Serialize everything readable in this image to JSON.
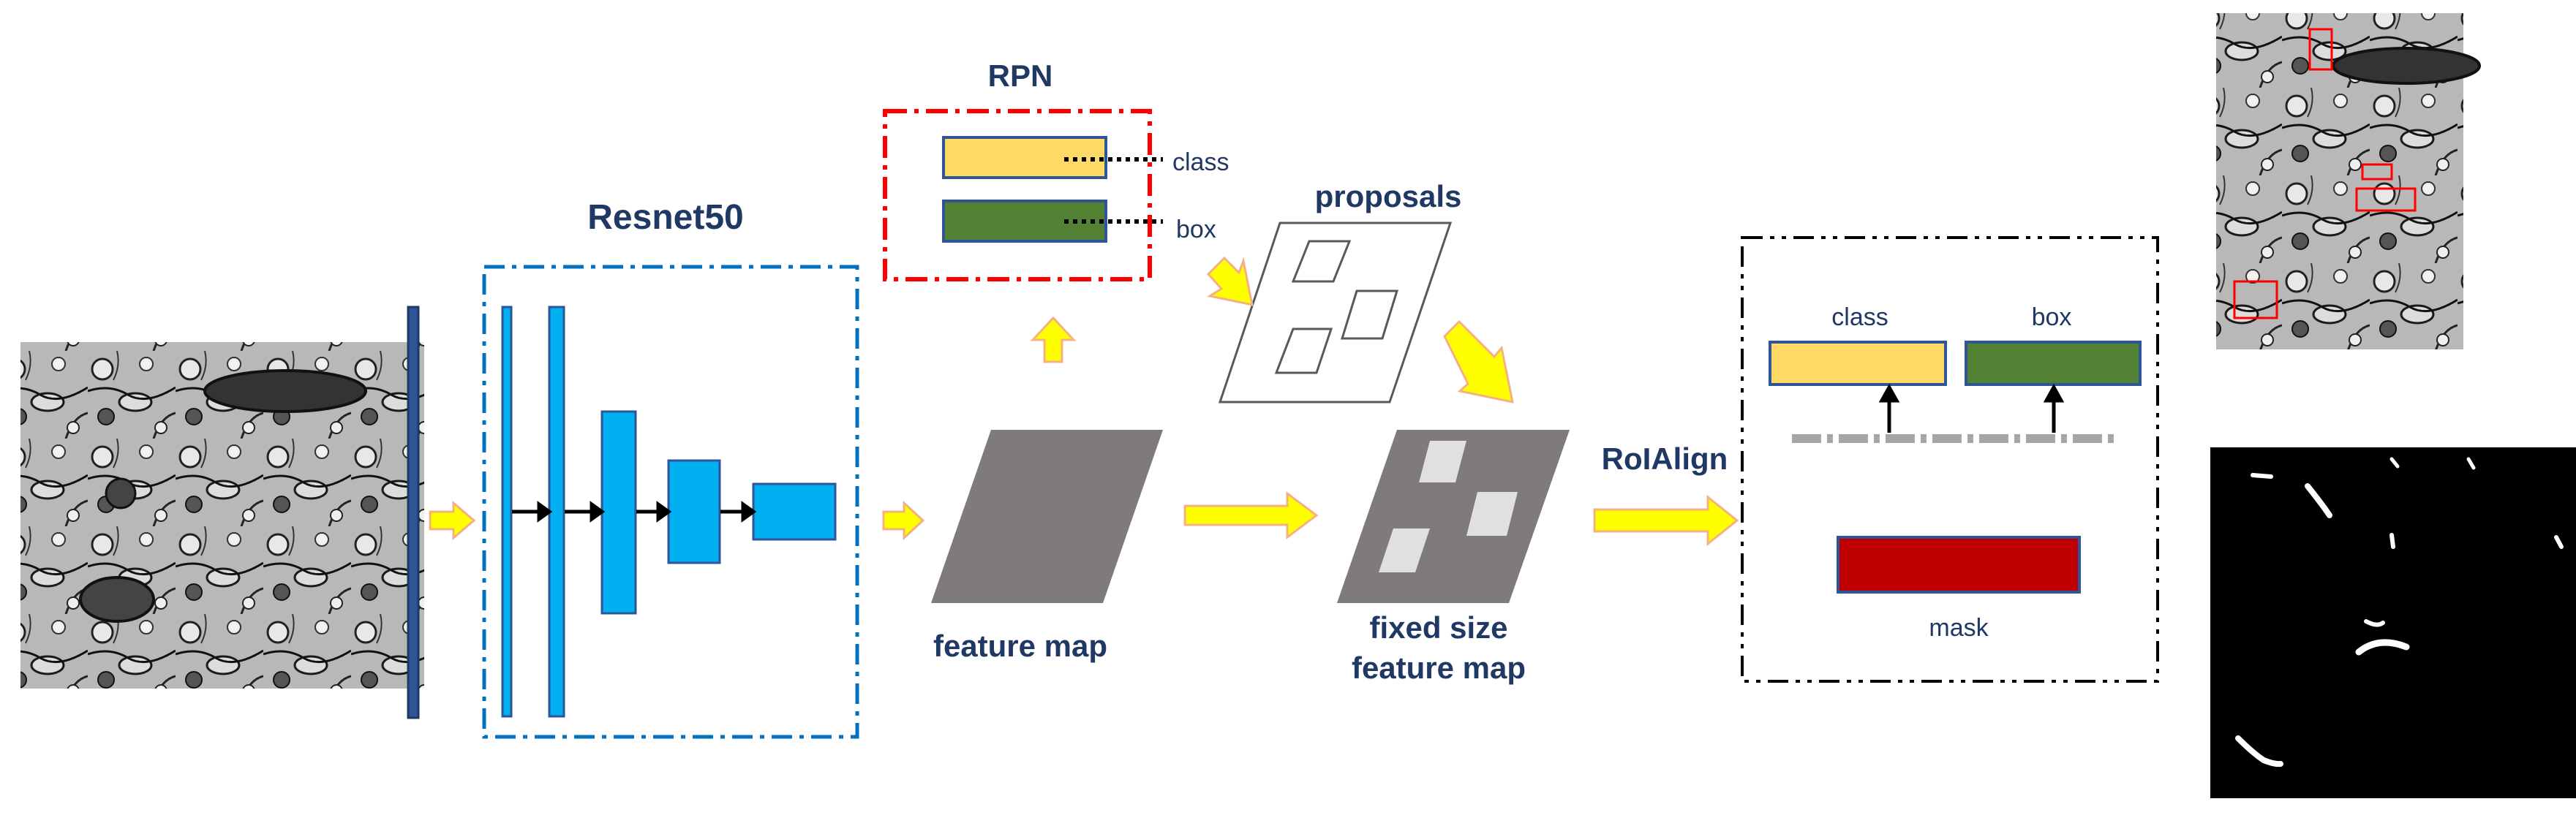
{
  "labels": {
    "resnet": "Resnet50",
    "rpn": "RPN",
    "rpn_class": "class",
    "rpn_box": "box",
    "proposals": "proposals",
    "feature_map": "feature map",
    "fixed_line1": "fixed size",
    "fixed_line2": "feature map",
    "roialign": "RoIAlign",
    "head_class": "class",
    "head_box": "box",
    "head_mask": "mask"
  },
  "colors": {
    "text_navy": "#1f3864",
    "resnet_blue": "#00b0f0",
    "resnet_border": "#0070c0",
    "arrow_yellow": "#ffff00",
    "arrow_orange": "#f4b183",
    "class_yellow": "#ffd966",
    "box_green": "#548235",
    "mask_red": "#c00000",
    "feature_gray": "#7f7b7b",
    "rpn_border": "#ff0000"
  },
  "icons": {
    "input": "microscopy-image",
    "detections": "microscopy-image-with-red-boxes",
    "mask": "binary-mask"
  }
}
